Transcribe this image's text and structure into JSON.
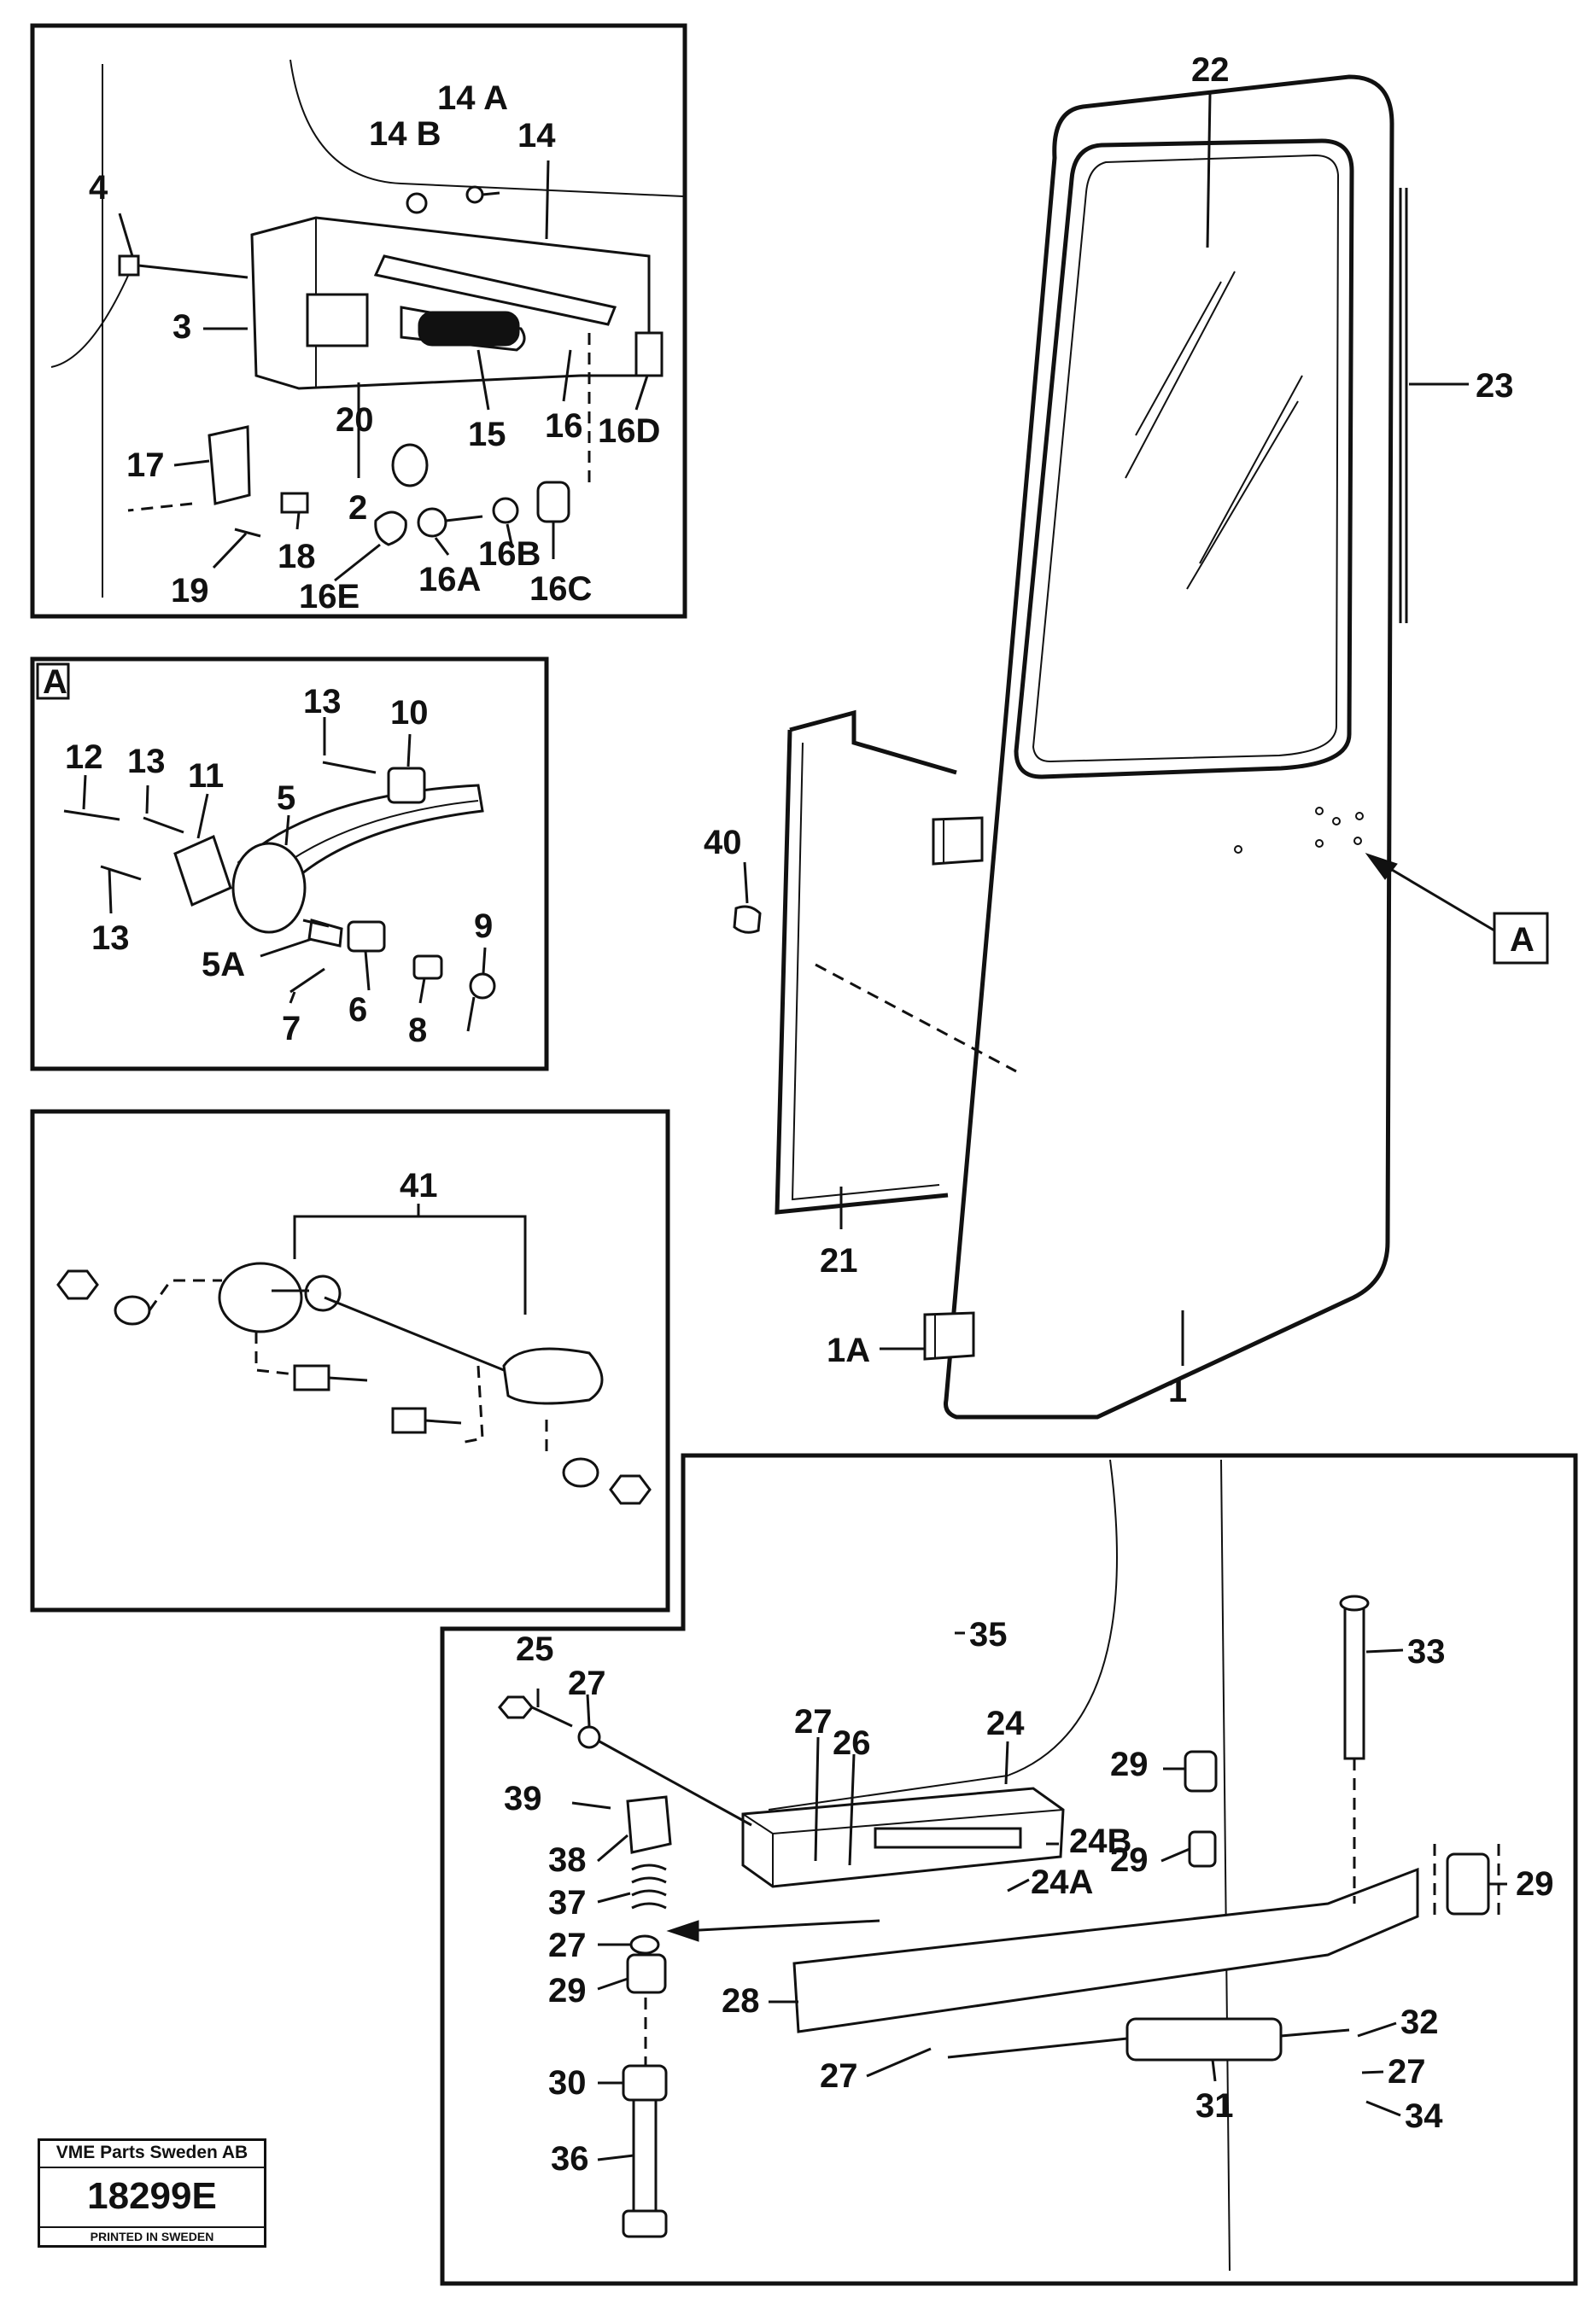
{
  "labels": {
    "top_left": [
      "4",
      "14 B",
      "14 A",
      "14",
      "3",
      "2",
      "15",
      "16",
      "16D",
      "20",
      "17",
      "18",
      "19",
      "16E",
      "16A",
      "16B",
      "16C"
    ],
    "panel_a": [
      "A",
      "13",
      "10",
      "12",
      "13",
      "11",
      "5",
      "13",
      "5A",
      "6",
      "7",
      "8",
      "9"
    ],
    "panel_41": [
      "41"
    ],
    "door": [
      "22",
      "23",
      "40",
      "A",
      "21",
      "1A",
      "1"
    ],
    "bottom": [
      "35",
      "25",
      "27",
      "27",
      "24",
      "26",
      "29",
      "39",
      "24B",
      "24A",
      "29",
      "29",
      "38",
      "37",
      "27",
      "29",
      "28",
      "33",
      "32",
      "27",
      "31",
      "30",
      "34",
      "27",
      "36"
    ]
  },
  "stamp": {
    "company": "VME Parts Sweden AB",
    "code": "18299E",
    "printed": "PRINTED IN SWEDEN"
  }
}
